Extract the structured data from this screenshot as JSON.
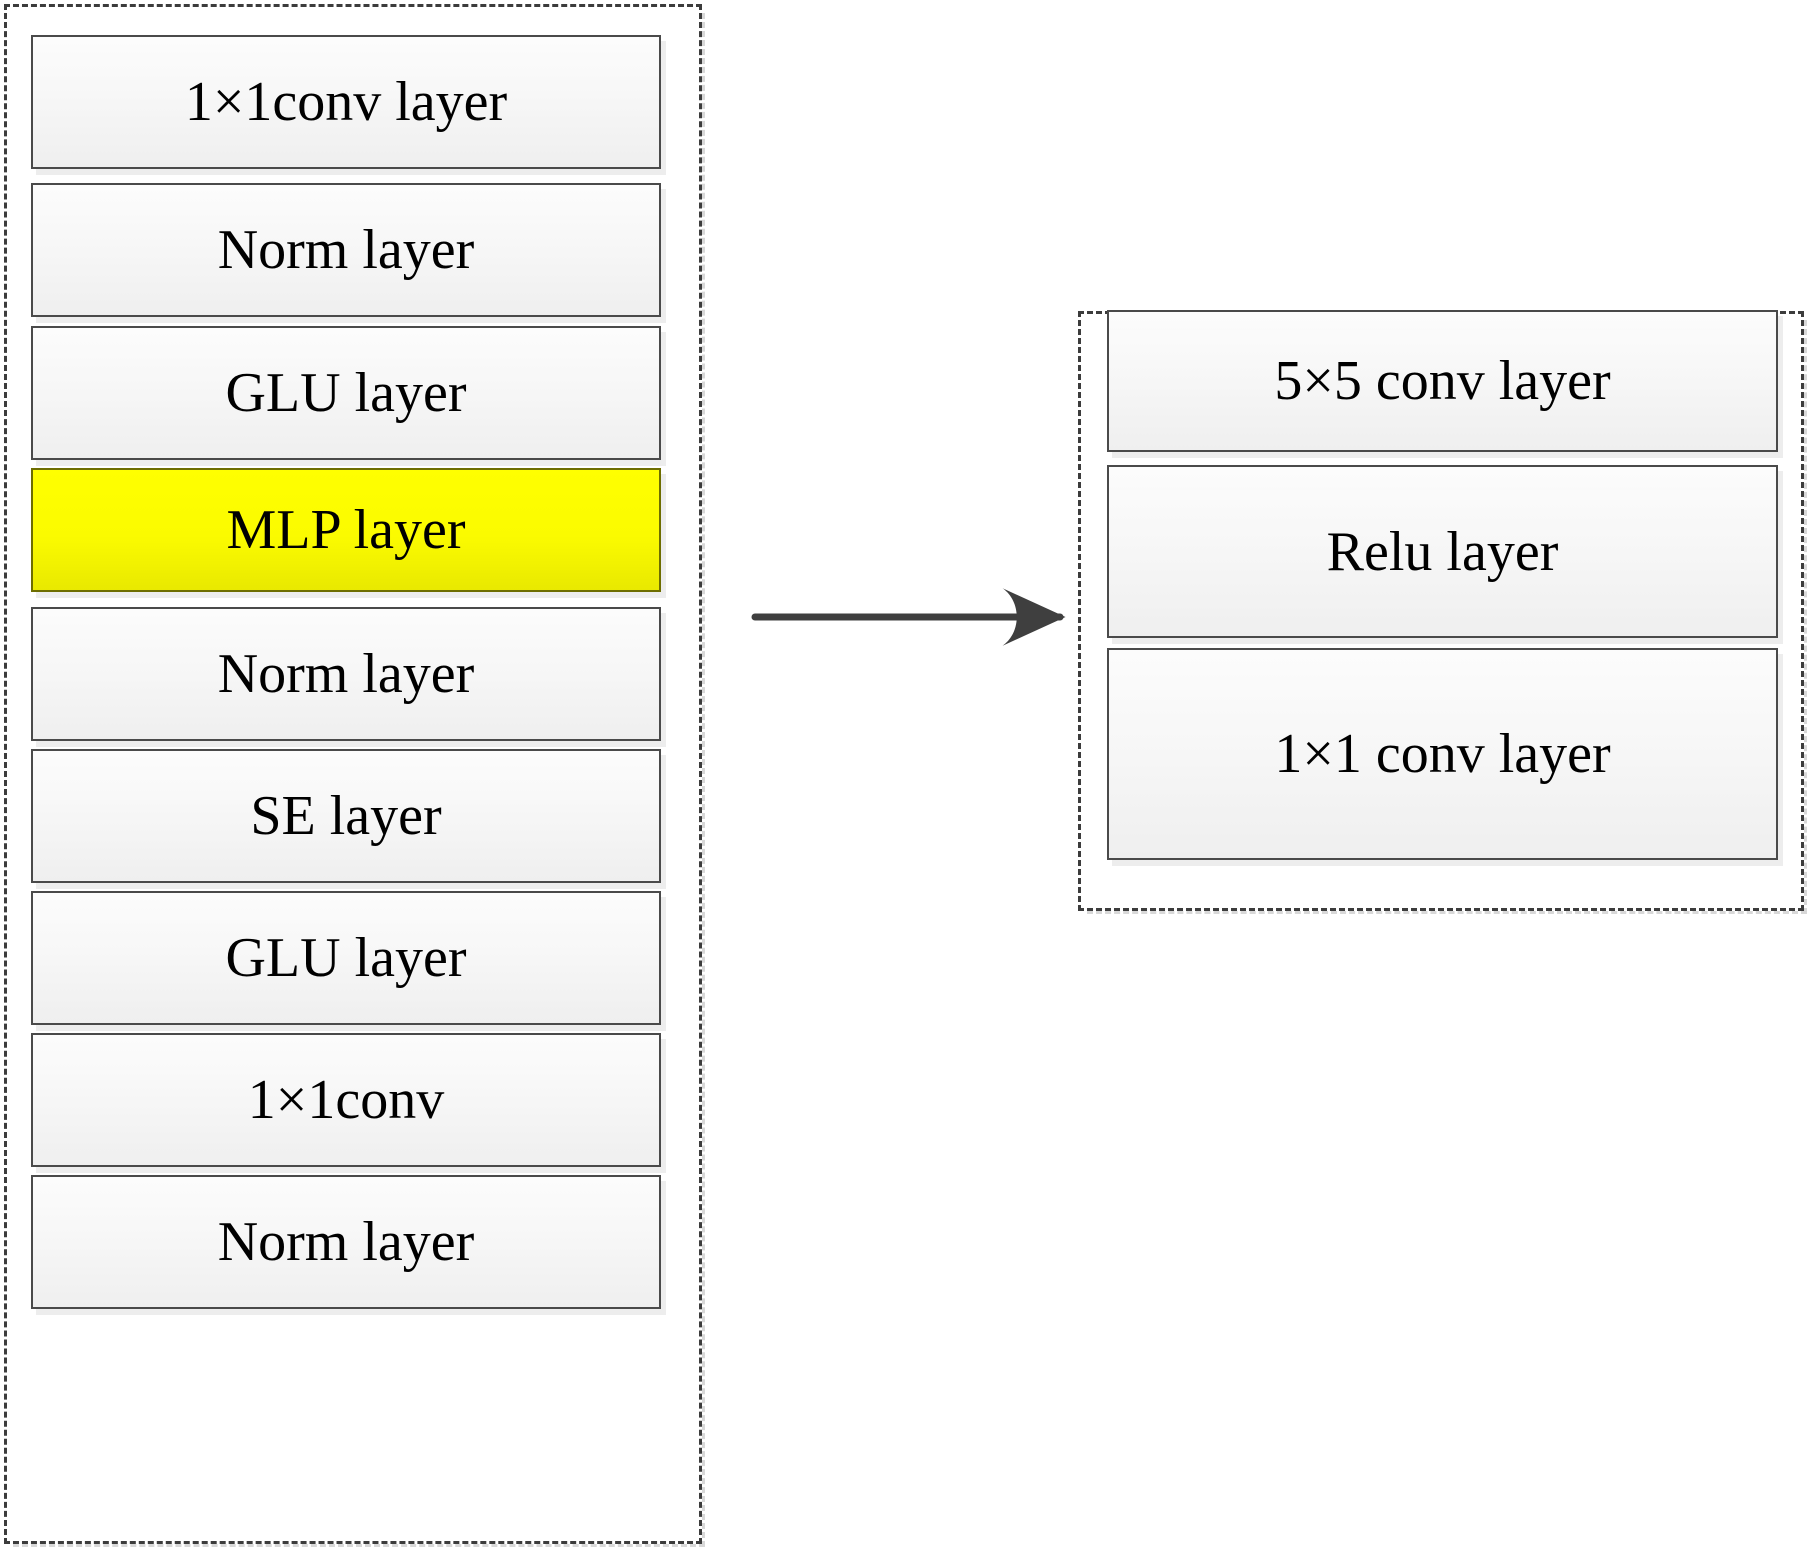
{
  "diagram": {
    "title": "Block architecture with expanded MLP layer",
    "colors": {
      "highlight": "#FFFF00",
      "box_border": "#4A4A4A",
      "group_border": "#3C3C3C",
      "arrow": "#3F3F3F",
      "background": "#FFFFFF"
    }
  },
  "left_group": {
    "name": "main-block",
    "layers": [
      {
        "text": "1×1conv layer",
        "highlight": false
      },
      {
        "text": "Norm layer",
        "highlight": false
      },
      {
        "text": "GLU layer",
        "highlight": false
      },
      {
        "text": "MLP layer",
        "highlight": true
      },
      {
        "text": "Norm layer",
        "highlight": false
      },
      {
        "text": "SE layer",
        "highlight": false
      },
      {
        "text": "GLU layer",
        "highlight": false
      },
      {
        "text": "1×1conv",
        "highlight": false
      },
      {
        "text": "Norm layer",
        "highlight": false
      }
    ]
  },
  "right_group": {
    "name": "mlp-expansion",
    "layers": [
      {
        "text": "5×5 conv layer",
        "highlight": false
      },
      {
        "text": "Relu layer",
        "highlight": false
      },
      {
        "text": "1×1 conv layer",
        "highlight": false
      }
    ]
  },
  "connector": {
    "name": "mlp-expansion-arrow",
    "from": "MLP layer",
    "to": "5×5 conv layer",
    "style": "solid-arrow"
  }
}
